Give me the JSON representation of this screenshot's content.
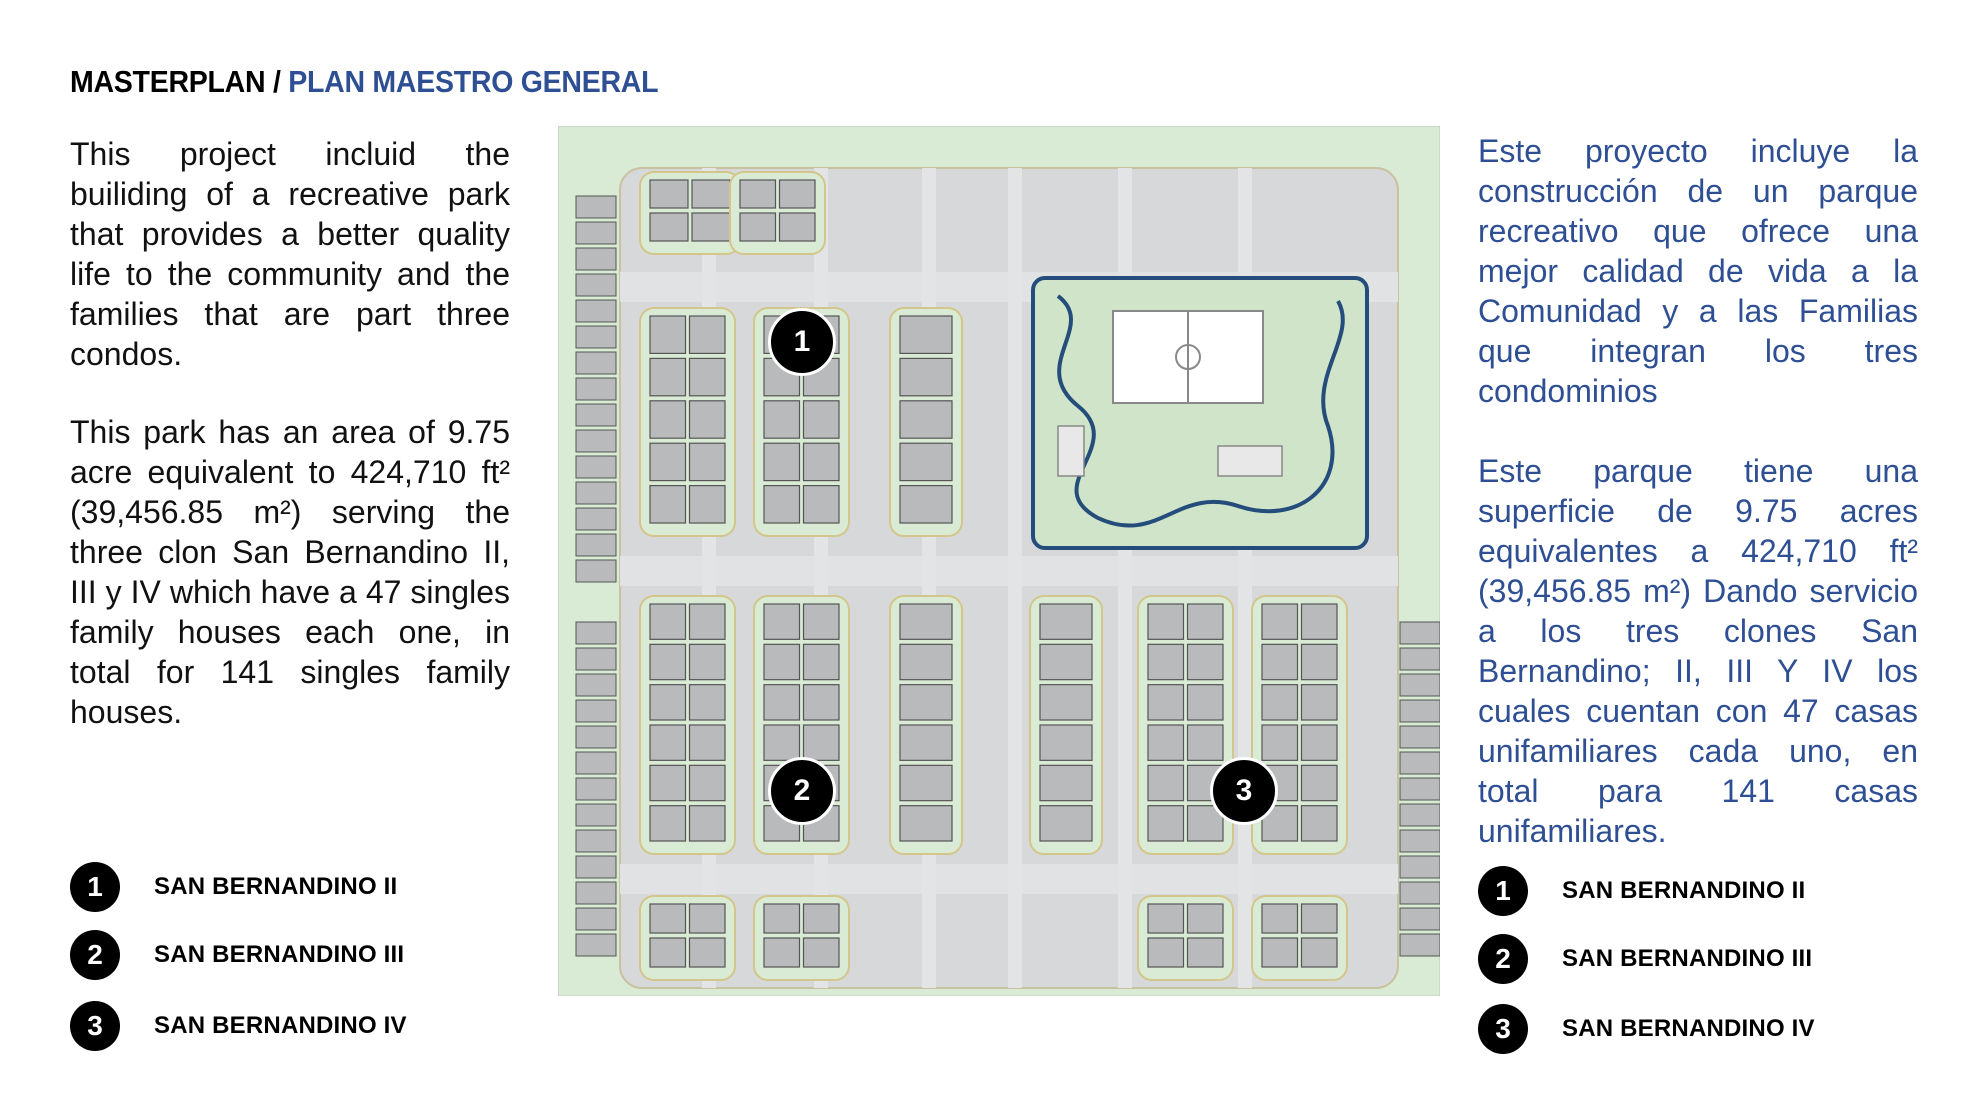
{
  "header": {
    "title_black": "MASTERPLAN /",
    "title_blue": "PLAN MAESTRO GENERAL"
  },
  "english": {
    "paragraph1": "This project incluid the builiding of a recreative park that provides a better quality life to the community and the families that are part three condos.",
    "paragraph2": "This park has an area of 9.75 acre equivalent to 424,710 ft² (39,456.85 m²) serving the three clon San Bernandino II, III y IV which have a 47 singles family houses each one, in total for 141 singles family houses."
  },
  "spanish": {
    "paragraph1": "Este proyecto incluye la construcción de un parque recreativo que ofrece una mejor calidad de vida a la Comunidad y a las Familias que integran los tres condominios",
    "paragraph2": "Este parque tiene una superficie de 9.75 acres equivalentes a 424,710 ft² (39,456.85 m²) Dando servicio a los tres clones San Bernandino; II, III Y IV los cuales cuentan con 47 casas unifamiliares cada uno, en total para 141 casas unifamiliares."
  },
  "legend": [
    {
      "number": "1",
      "label": "SAN BERNANDINO II"
    },
    {
      "number": "2",
      "label": "SAN BERNANDINO III"
    },
    {
      "number": "3",
      "label": "SAN BERNANDINO IV"
    }
  ],
  "map_markers": [
    "1",
    "2",
    "3"
  ],
  "colors": {
    "accent_blue": "#2e4f93",
    "lawn_green": "#d9ead5",
    "road_gray": "#d6d8d9",
    "building_gray": "#b8babc",
    "park_path_blue": "#244d7c"
  }
}
